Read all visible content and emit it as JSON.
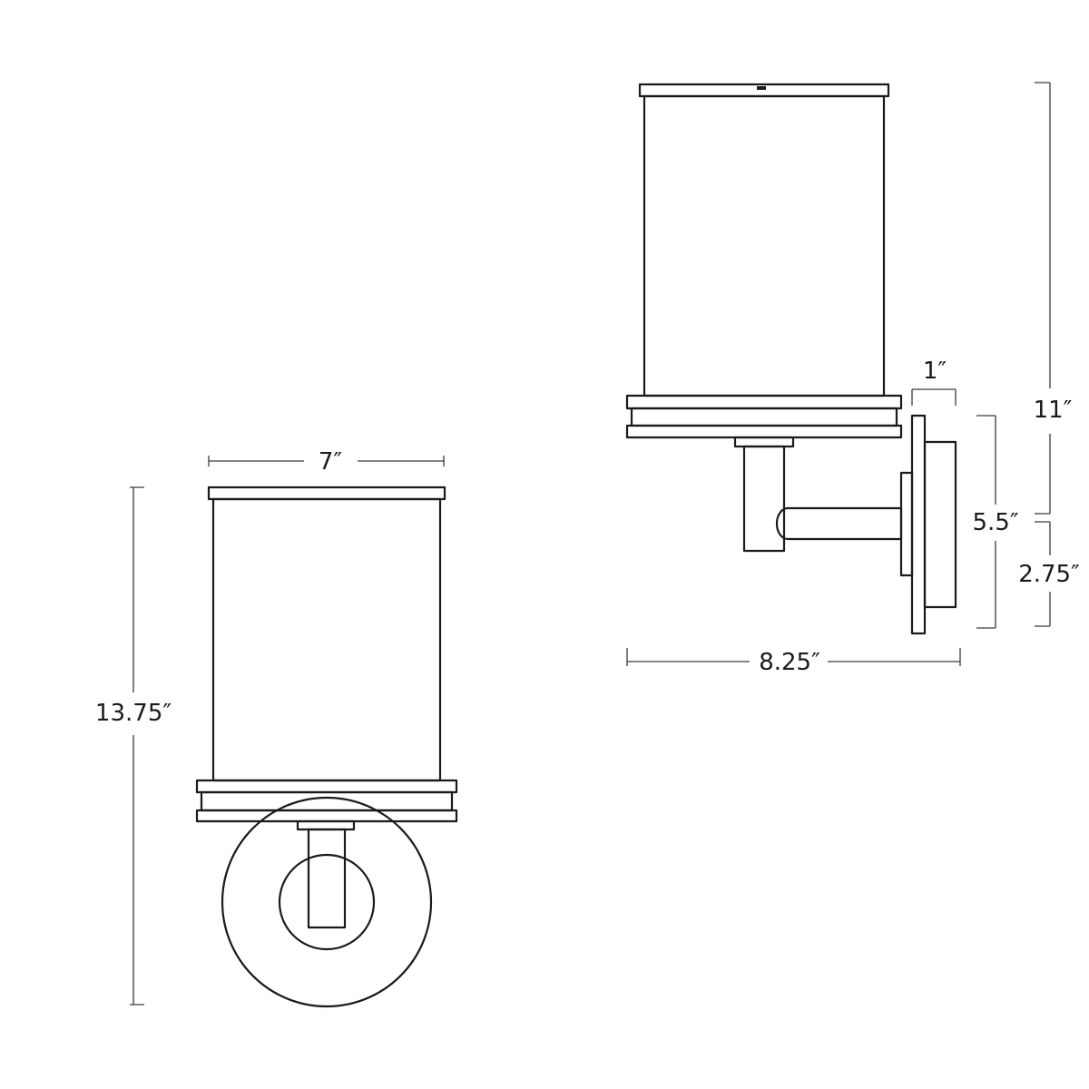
{
  "dimensions": {
    "front_width": "7″",
    "front_height": "13.75″",
    "side_backplate_depth": "1″",
    "side_height": "11″",
    "side_backplate_height": "5.5″",
    "side_center_height": "2.75″",
    "side_extension": "8.25″"
  },
  "colors": {
    "line": "#1a1a1a",
    "background": "#ffffff"
  }
}
